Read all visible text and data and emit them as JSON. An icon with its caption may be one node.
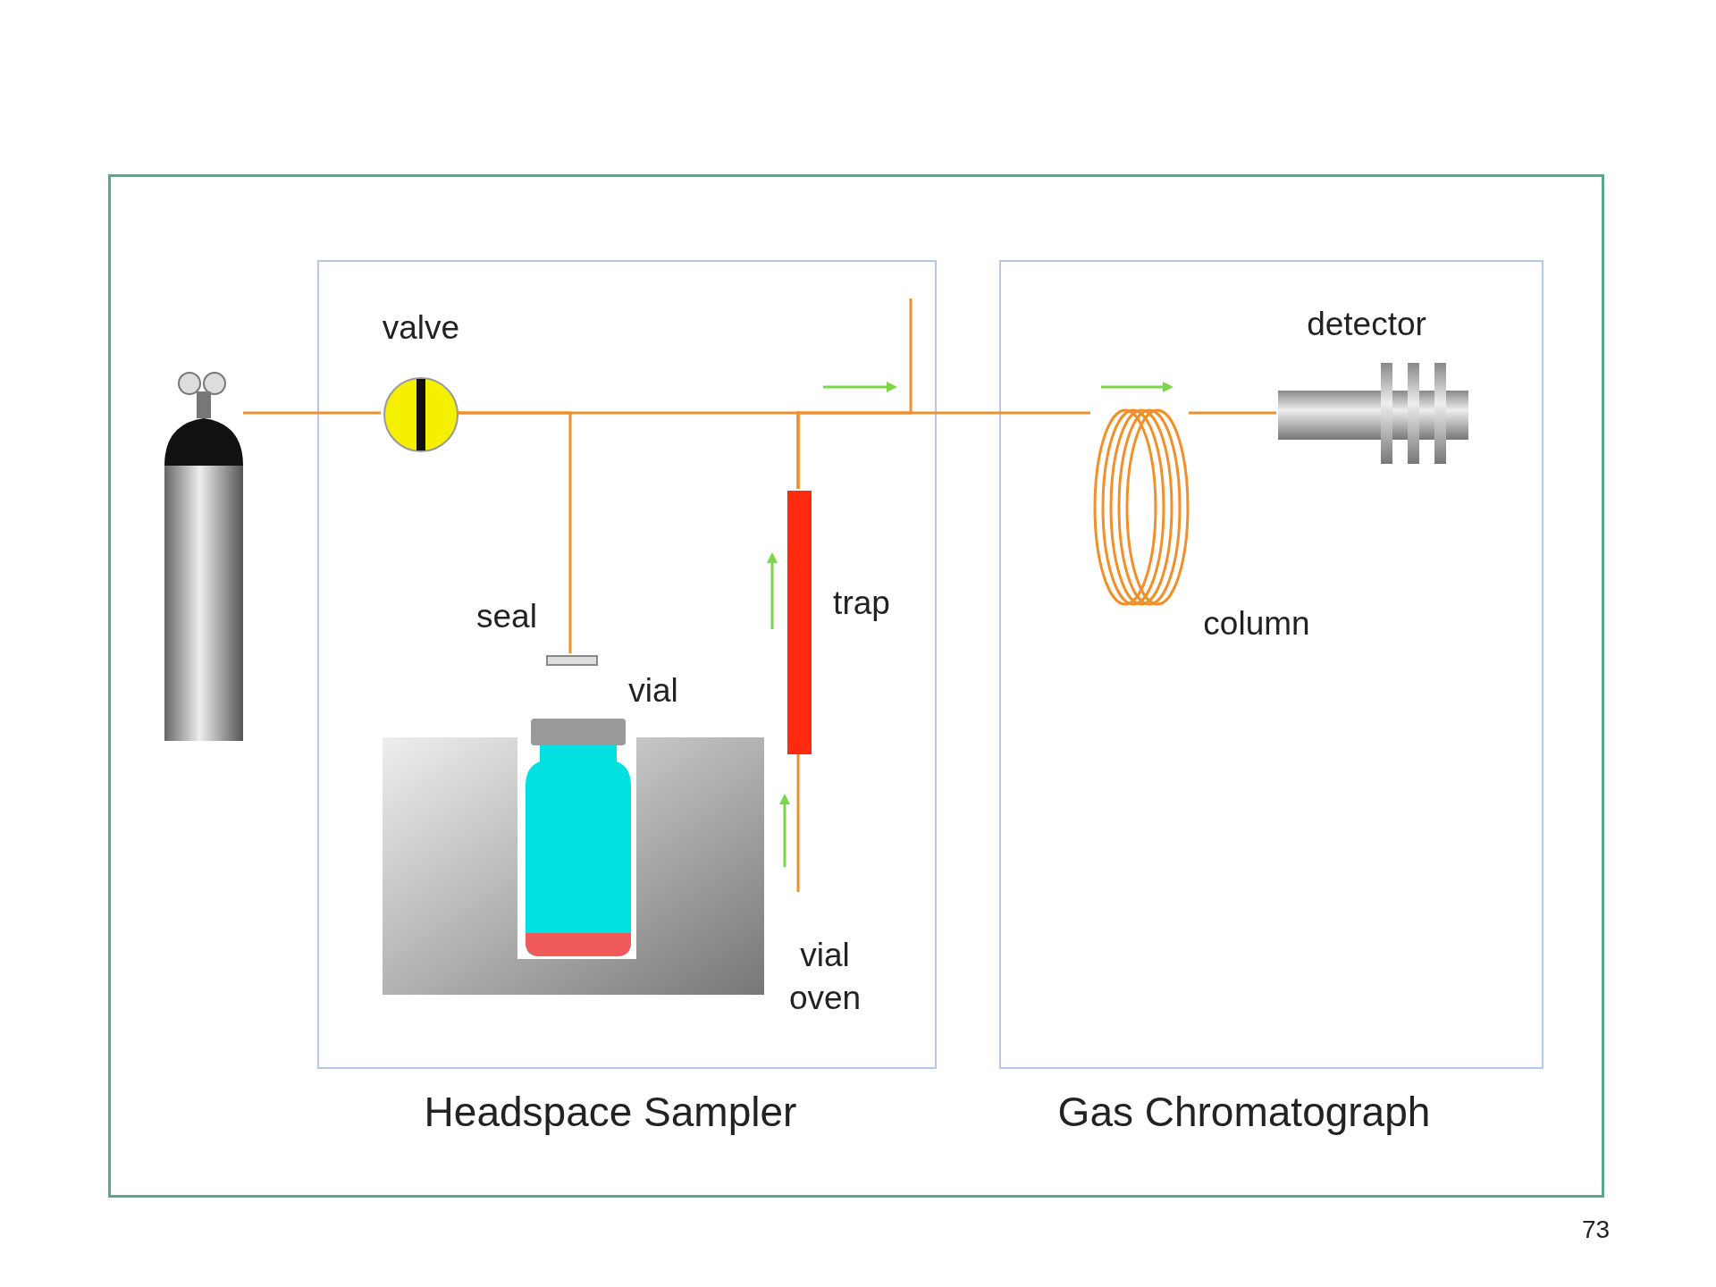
{
  "diagram": {
    "nodes": [
      {
        "text": [
          "Headspace Sampler"
        ]
      },
      {
        "text": [
          "Gas Chromatograph"
        ]
      },
      {
        "text": [],
        "shape": "picture"
      },
      {
        "text": [
          "valve"
        ],
        "in": 0
      },
      {
        "text": [
          "seal"
        ],
        "in": 0
      },
      {
        "text": [
          "vial"
        ],
        "in": 0
      },
      {
        "text": [
          "vial oven"
        ],
        "in": 0
      },
      {
        "text": [
          "trap"
        ],
        "in": 0
      },
      {
        "text": [
          "column"
        ],
        "in": 1
      },
      {
        "text": [
          "detector"
        ],
        "in": 1
      }
    ],
    "edges": [
      {
        "from": 2,
        "to": 3,
        "arrow": "none"
      },
      {
        "from": 3,
        "to": 4,
        "arrow": "none"
      },
      {
        "from": 3,
        "to": 7,
        "arrow": "none"
      },
      {
        "from": 7,
        "to": 8,
        "arrow": "none"
      },
      {
        "from": 8,
        "to": 9,
        "arrow": "none"
      },
      {
        "from": 7,
        "to": null,
        "arrow": "none"
      },
      {
        "from": null,
        "to": 7,
        "arrow": "none"
      }
    ],
    "labels": [
      "73"
    ]
  }
}
